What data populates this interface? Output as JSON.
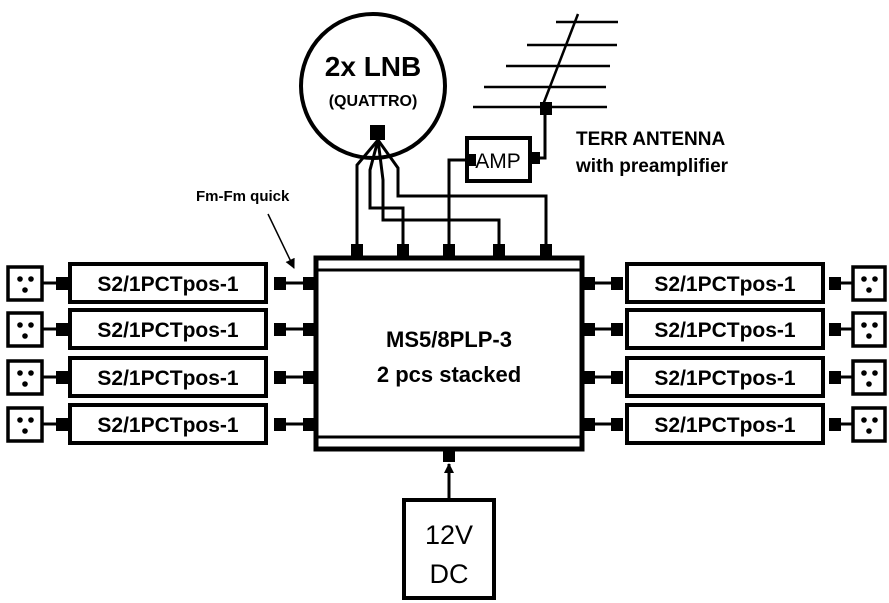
{
  "lnb": {
    "title": "2x LNB",
    "subtitle": "(QUATTRO)"
  },
  "antenna": {
    "line1": "TERR ANTENNA",
    "line2": "with preamplifier"
  },
  "amp": {
    "label": "AMP"
  },
  "annotation": {
    "fm_fm": "Fm-Fm quick"
  },
  "multiswitch": {
    "line1": "MS5/8PLP-3",
    "line2": "2 pcs stacked"
  },
  "psu": {
    "line1": "12V",
    "line2": "DC"
  },
  "left_outlets": [
    {
      "label": "S2/1PCTpos-1"
    },
    {
      "label": "S2/1PCTpos-1"
    },
    {
      "label": "S2/1PCTpos-1"
    },
    {
      "label": "S2/1PCTpos-1"
    }
  ],
  "right_outlets": [
    {
      "label": "S2/1PCTpos-1"
    },
    {
      "label": "S2/1PCTpos-1"
    },
    {
      "label": "S2/1PCTpos-1"
    },
    {
      "label": "S2/1PCTpos-1"
    }
  ]
}
